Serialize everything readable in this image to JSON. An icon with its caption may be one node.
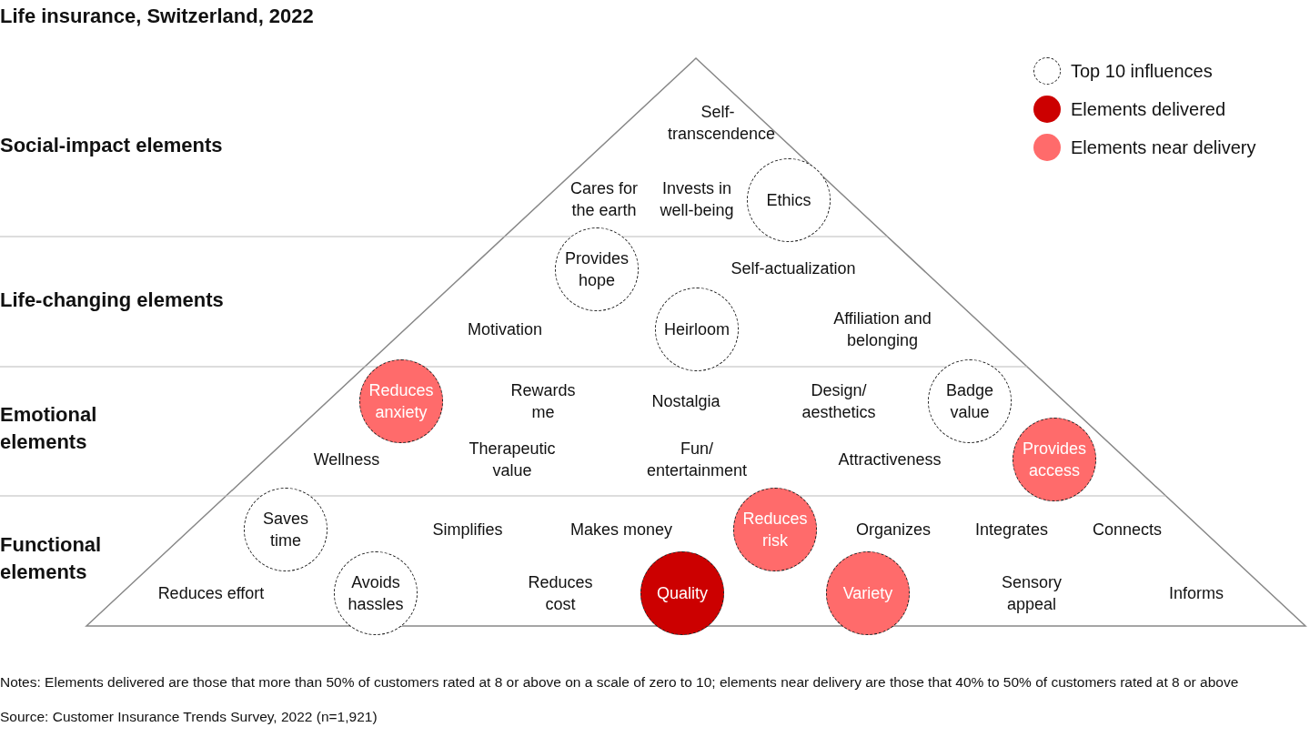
{
  "diagram": {
    "title": "Life insurance, Switzerland, 2022",
    "nodes": [
      {
        "text": [
          "Ethics"
        ]
      },
      {
        "text": [
          "Provides hope"
        ]
      },
      {
        "text": [
          "Heirloom"
        ]
      },
      {
        "text": [
          "Reduces anxiety"
        ]
      },
      {
        "text": [
          "Badge value"
        ]
      },
      {
        "text": [
          "Provides access"
        ]
      },
      {
        "text": [
          "Saves time"
        ]
      },
      {
        "text": [
          "Avoids hassles"
        ]
      },
      {
        "text": [
          "Reduces risk"
        ]
      },
      {
        "text": [
          "Quality"
        ]
      },
      {
        "text": [
          "Variety"
        ]
      }
    ],
    "edges": [],
    "labels": [
      "Social-impact elements",
      "Life-changing elements",
      "Emotional elements",
      "Functional elements",
      "Self- transcendence",
      "Cares for the earth",
      "Invests in well-being",
      "Self-actualization",
      "Motivation",
      "Affiliation and belonging",
      "Rewards me",
      "Nostalgia",
      "Design/ aesthetics",
      "Wellness",
      "Therapeutic value",
      "Fun/ entertainment",
      "Attractiveness",
      "Simplifies",
      "Makes money",
      "Organizes",
      "Integrates",
      "Connects",
      "Reduces effort",
      "Reduces cost",
      "Sensory appeal",
      "Informs",
      "Notes: Elements delivered are those that more than 50% of customers rated at 8 or above on a scale of zero to 10; elements near delivery are those that 40% to 50% of customers rated at 8 or above",
      "Source: Customer Insurance Trends Survey, 2022 (n=1,921)"
    ],
    "legend": [
      {
        "text": "Top 10 influences"
      },
      {
        "text": "Elements delivered",
        "color": "#cc0000"
      },
      {
        "text": "Elements near delivery",
        "color": "#ff6b6b"
      }
    ]
  }
}
